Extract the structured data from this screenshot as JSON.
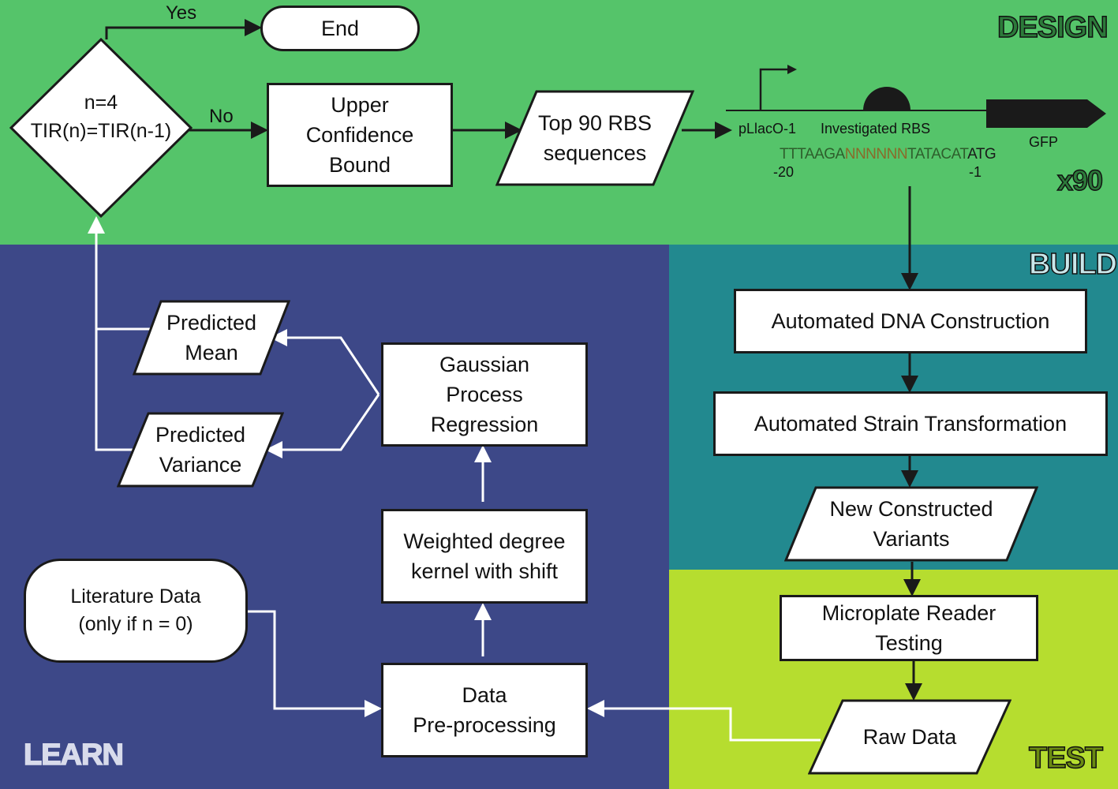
{
  "regions": {
    "design": {
      "label": "DESIGN",
      "color": "#55c46a"
    },
    "build": {
      "label": "BUILD",
      "color": "#22898f"
    },
    "test": {
      "label": "TEST",
      "color": "#b6dd2f"
    },
    "learn": {
      "label": "LEARN",
      "color": "#3d4888"
    }
  },
  "nodes": {
    "end": "End",
    "decision": "n=4\nTIR(n)=TIR(n-1)",
    "ucb": "Upper\nConfidence\nBound",
    "top90": "Top 90 RBS\nsequences",
    "dna_construction": "Automated DNA Construction",
    "strain_transformation": "Automated Strain Transformation",
    "new_variants": "New Constructed\nVariants",
    "microplate": "Microplate Reader\nTesting",
    "raw_data": "Raw Data",
    "preprocessing": "Data\nPre-processing",
    "kernel": "Weighted degree\nkernel with shift",
    "gpr": "Gaussian\nProcess\nRegression",
    "pred_mean": "Predicted\nMean",
    "pred_variance": "Predicted\nVariance",
    "literature": "Literature Data\n(only if n = 0)"
  },
  "edge_labels": {
    "yes": "Yes",
    "no": "No"
  },
  "construct": {
    "promoter": "pLlacO-1",
    "rbs": "Investigated RBS",
    "gene": "GFP",
    "seq_prefix": "TTTAAGA",
    "seq_variable": "NNNNNN",
    "seq_suffix": "TATACAT",
    "seq_start": "ATG",
    "pos_start": "-20",
    "pos_end": "-1",
    "multiplier": "x90"
  },
  "colors": {
    "seq_variable": "#8a6a2a",
    "arrow_dark": "#1a1a1a",
    "arrow_light": "#ffffff"
  }
}
